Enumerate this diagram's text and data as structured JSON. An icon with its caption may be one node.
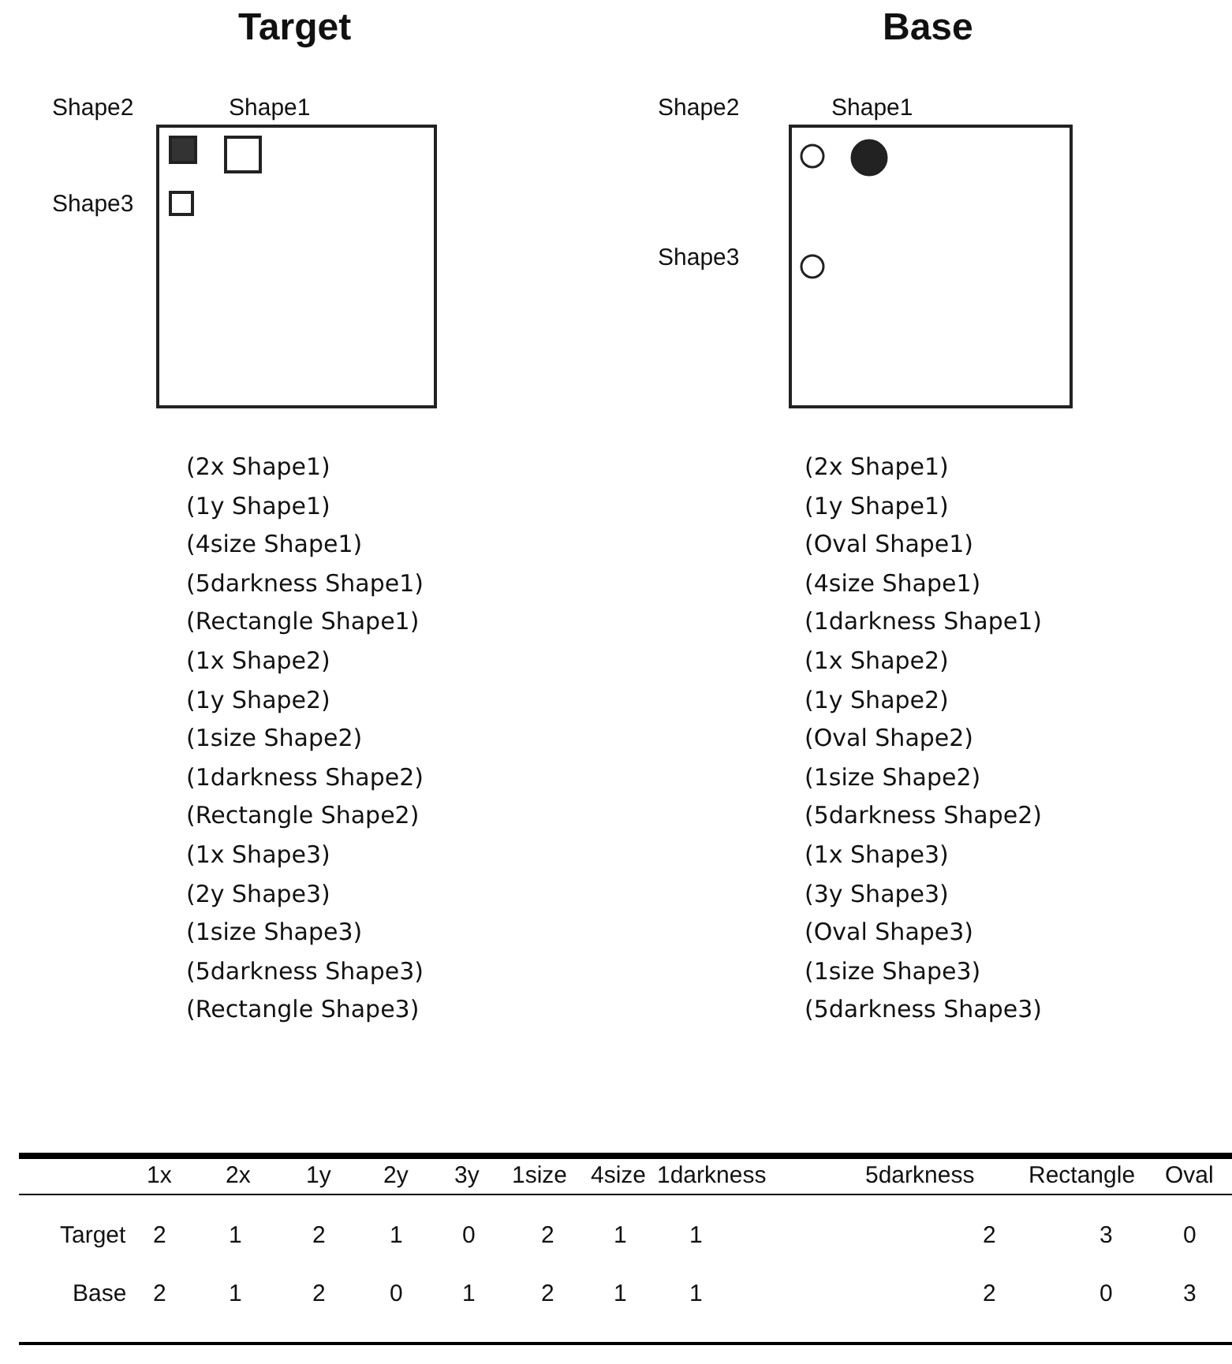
{
  "diagram": {
    "labels": [
      "Target",
      "Base",
      "Shape2",
      "Shape1",
      "Shape3",
      "Shape2",
      "Shape1",
      "Shape3",
      "(2x Shape1)",
      "(1y Shape1)",
      "(4size Shape1)",
      "(5darkness Shape1)",
      "(Rectangle Shape1)",
      "(1x Shape2)",
      "(1y Shape2)",
      "(1size Shape2)",
      "(1darkness Shape2)",
      "(Rectangle Shape2)",
      "(1x Shape3)",
      "(2y Shape3)",
      "(1size Shape3)",
      "(5darkness Shape3)",
      "(Rectangle Shape3)",
      "(2x Shape1)",
      "(1y Shape1)",
      "(Oval Shape1)",
      "(4size Shape1)",
      "(1darkness Shape1)",
      "(1x Shape2)",
      "(1y Shape2)",
      "(Oval Shape2)",
      "(1size Shape2)",
      "(5darkness Shape2)",
      "(1x Shape3)",
      "(3y Shape3)",
      "(Oval Shape3)",
      "(1size Shape3)",
      "(5darkness Shape3)",
      "1x",
      "2x",
      "1y",
      "2y",
      "3y",
      "1size",
      "4size",
      "1darkness",
      "5darkness",
      "Rectangle",
      "Oval",
      "Target",
      "2",
      "1",
      "2",
      "1",
      "0",
      "2",
      "1",
      "1",
      "2",
      "3",
      "0",
      "Base",
      "2",
      "1",
      "2",
      "0",
      "1",
      "2",
      "1",
      "1",
      "2",
      "0",
      "3"
    ]
  }
}
